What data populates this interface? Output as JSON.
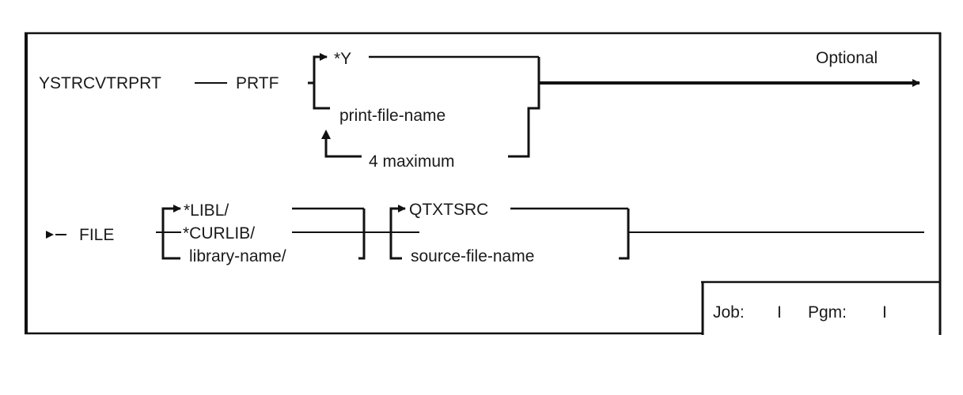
{
  "diagram": {
    "command": "YSTRCVTRPRT",
    "optional_label": "Optional",
    "row1": {
      "keyword": "PRTF",
      "default_value": "*Y",
      "alt_value": "print-file-name",
      "repeat_label": "4 maximum"
    },
    "row2": {
      "keyword": "FILE",
      "library_options": [
        "*LIBL/",
        "*CURLIB/",
        "library-name/"
      ],
      "file_default": "QTXTSRC",
      "file_alt": "source-file-name"
    },
    "footer": {
      "job_label": "Job:",
      "job_value": "I",
      "pgm_label": "Pgm:",
      "pgm_value": "I"
    }
  }
}
